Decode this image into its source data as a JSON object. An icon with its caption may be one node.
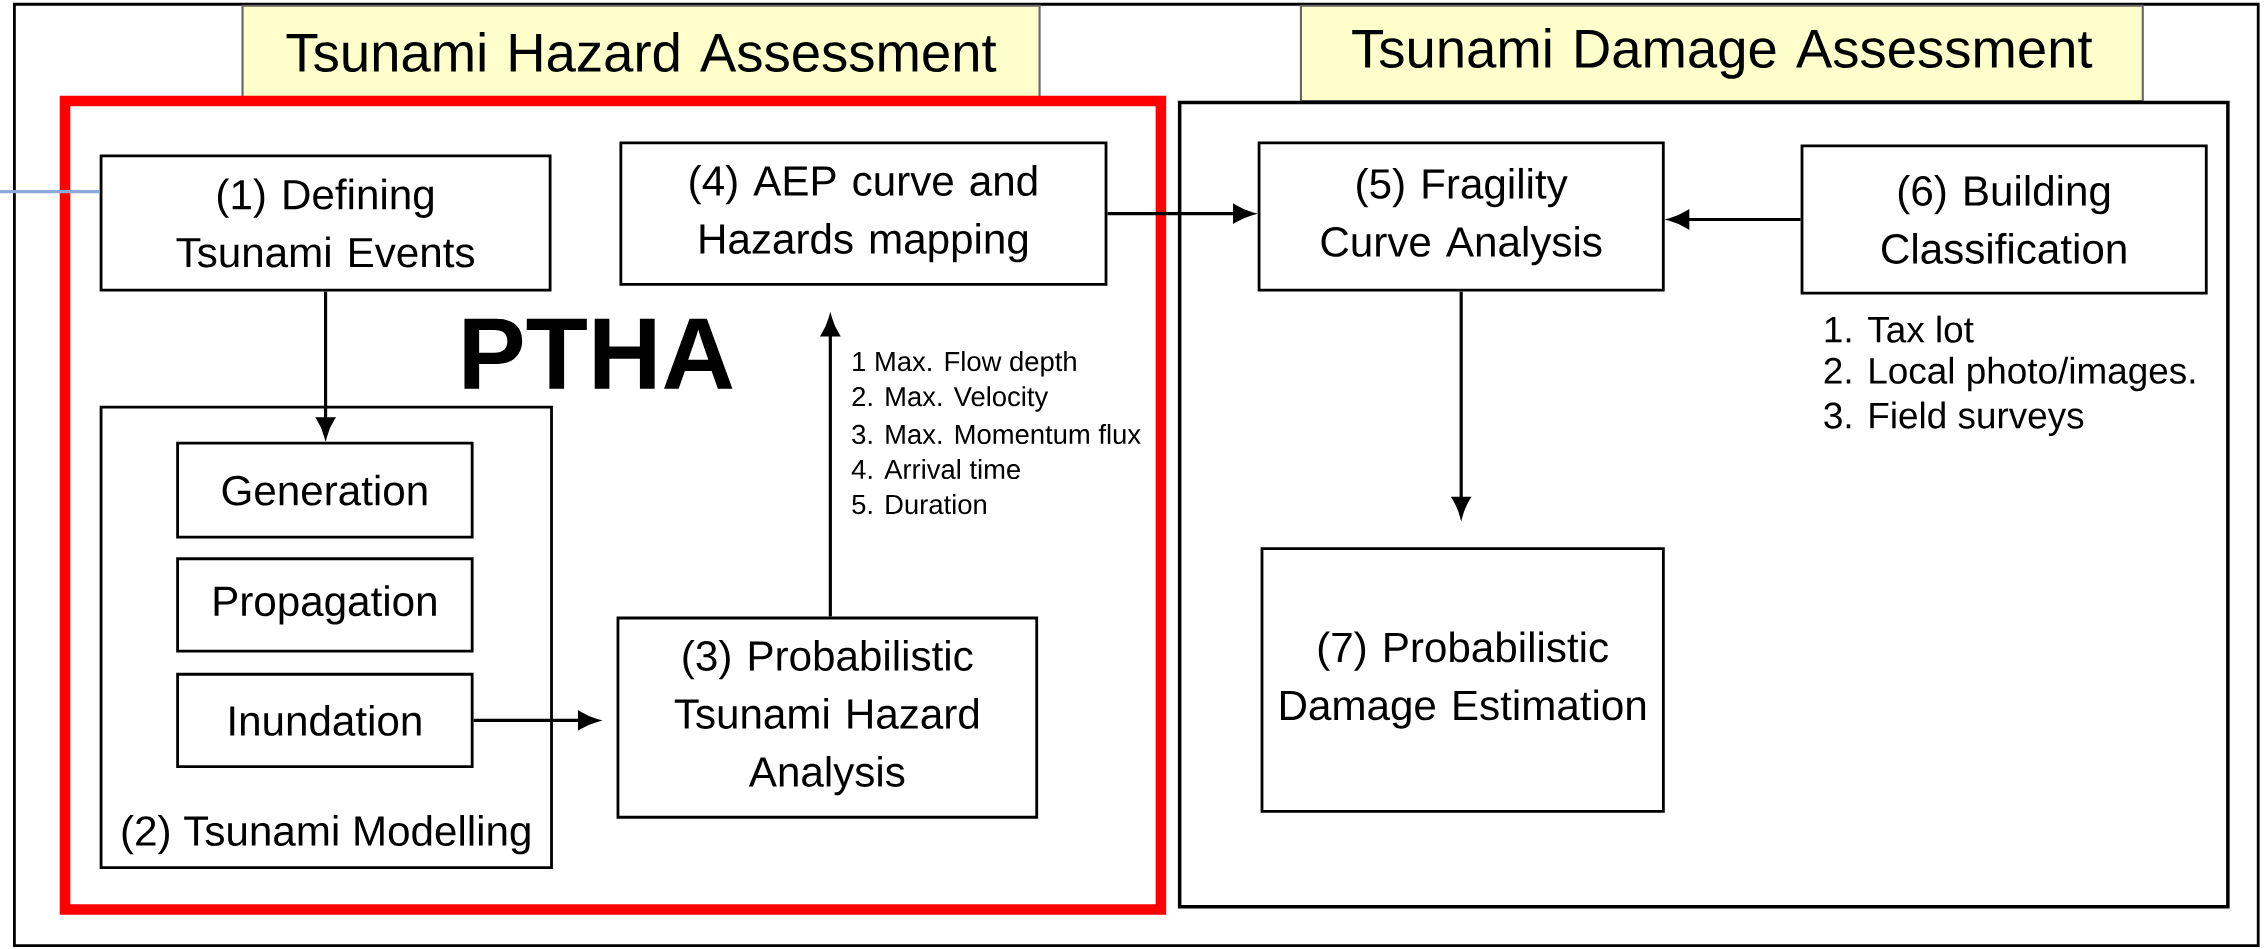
{
  "diagram": {
    "nodes": [
      {
        "text": [
          "Tsunami Hazard Assessment"
        ]
      },
      {
        "text": [],
        "shape": "box"
      },
      {
        "text": [
          "(1) Defining Tsunami Events"
        ],
        "in": 1
      },
      {
        "text": [
          "(4) AEP curve and Hazards mapping"
        ],
        "in": 1
      },
      {
        "text": [
          "(2) Tsunami Modelling"
        ],
        "in": 1
      },
      {
        "text": [
          "Generation"
        ],
        "in": 4
      },
      {
        "text": [
          "Propagation"
        ],
        "in": 4
      },
      {
        "text": [
          "Inundation"
        ],
        "in": 4
      },
      {
        "text": [
          "(3) Probabilistic Tsunami Hazard Analysis"
        ],
        "in": 1
      },
      {
        "text": [
          "Tsunami Damage Assessment"
        ]
      },
      {
        "text": [],
        "shape": "box"
      },
      {
        "text": [
          "(5) Fragility Curve Analysis"
        ],
        "in": 10
      },
      {
        "text": [
          "(6) Building Classification"
        ],
        "in": 10,
        "beside": [
          "1. Tax lot",
          "2. Local photo/images.",
          "3. Field surveys"
        ]
      },
      {
        "text": [
          "(7) Probabilistic Damage Estimation"
        ],
        "in": 10
      }
    ],
    "edges": [
      {
        "from": 2,
        "to": 5,
        "arrow": "to"
      },
      {
        "from": 7,
        "to": 8,
        "arrow": "to"
      },
      {
        "from": 8,
        "to": 3,
        "arrow": "to"
      },
      {
        "from": 3,
        "to": 11,
        "arrow": "to"
      },
      {
        "from": 12,
        "to": 11,
        "arrow": "to"
      },
      {
        "from": 11,
        "to": 13,
        "arrow": "to"
      },
      {
        "from": null,
        "to": 2,
        "arrow": "none",
        "color": "#8eaadb"
      }
    ],
    "labels": [
      "PTHA",
      "1 Max. Flow depth",
      "2. Max. Velocity",
      "3. Max. Momentum flux",
      "4. Arrival time",
      "5. Duration"
    ]
  }
}
